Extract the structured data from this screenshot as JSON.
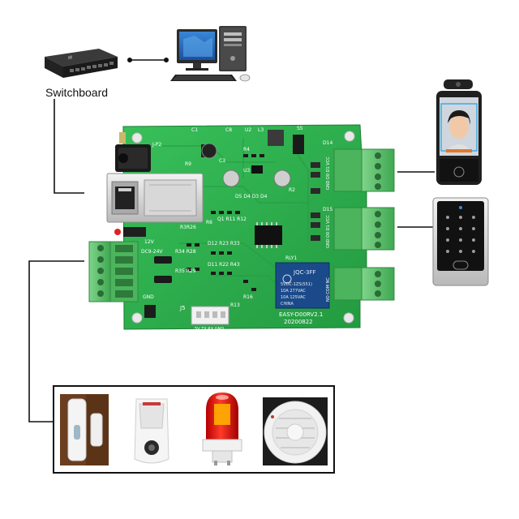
{
  "labels": {
    "switchboard": "Switchboard"
  },
  "board": {
    "model": "EASY-D00RV2.1",
    "date": "20200822",
    "relay_label": "RLY1",
    "relay_brand": "JQC-3FF",
    "relay_spec_1": "5VDC-1ZS(551)",
    "relay_spec_2": "10A 277VAC",
    "relay_spec_3": "10A 125VAC",
    "relay_spec_4": "CHINA",
    "connector_label": "J5",
    "relay_terminal_text": "NO COM NC",
    "silk_c1": "C1",
    "silk_c8": "C8",
    "silk_u2": "U2",
    "silk_l3": "L3",
    "silk_s5": "S5",
    "silk_d14": "D14",
    "silk_j2": "J-P2",
    "silk_r9": "R9",
    "silk_r4": "R4",
    "silk_c3": "C3",
    "silk_u3": "U3",
    "silk_d5": "D5 D4 D3 D4",
    "silk_r2": "R2",
    "silk_d15": "D15",
    "silk_r3r26": "R3R26",
    "silk_r6": "R6",
    "silk_q1": "Q1 R11 R12",
    "silk_12v": "12V",
    "silk_r28": "R34 R28",
    "silk_r29": "R35 R29",
    "silk_rly": "RLY1",
    "silk_gnd": "GND",
    "silk_d12": "D12 R23 R33",
    "silk_d11": "D11 R22 R43",
    "silk_r13": "R13",
    "silk_r16": "R16",
    "silk_dc": "DC9-24V",
    "silk_wg1": "GND D0 D1 VCC",
    "silk_wg2": "GND D0 D1 VCC",
    "silk_j5pins": "5V TX RX GND"
  },
  "colors": {
    "pcb": "#2fb34d",
    "terminal": "#5cc06a",
    "relay": "#1b4a8a",
    "frame": "#111111"
  },
  "devices": {
    "switch": "network-switch",
    "computer": "desktop-computer",
    "face_terminal": "face-recognition-terminal",
    "keypad": "access-keypad",
    "door_sensor": "door-contact-sensor",
    "pir": "pir-motion-sensor",
    "beacon": "red-warning-beacon",
    "smoke": "smoke-detector"
  }
}
